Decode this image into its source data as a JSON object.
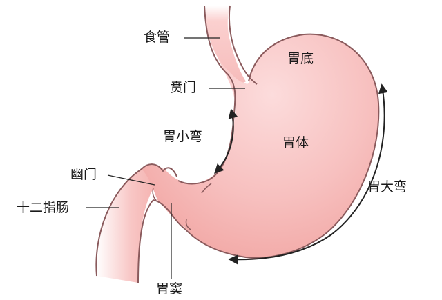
{
  "diagram": {
    "subject": "stomach anatomy",
    "colors": {
      "tissue_light": "#fbd6d6",
      "tissue_mid": "#f6b3b1",
      "tissue_dark": "#f09e9b",
      "outline": "#8a5a5c",
      "leader": "#222222",
      "text": "#1a1a1a"
    },
    "labels": {
      "esophagus": "食管",
      "cardia": "贲门",
      "fundus": "胃底",
      "lesser_curvature": "胃小弯",
      "body": "胃体",
      "pylorus": "幽门",
      "duodenum": "十二指肠",
      "greater_curvature": "胃大弯",
      "antrum": "胃窦"
    }
  }
}
